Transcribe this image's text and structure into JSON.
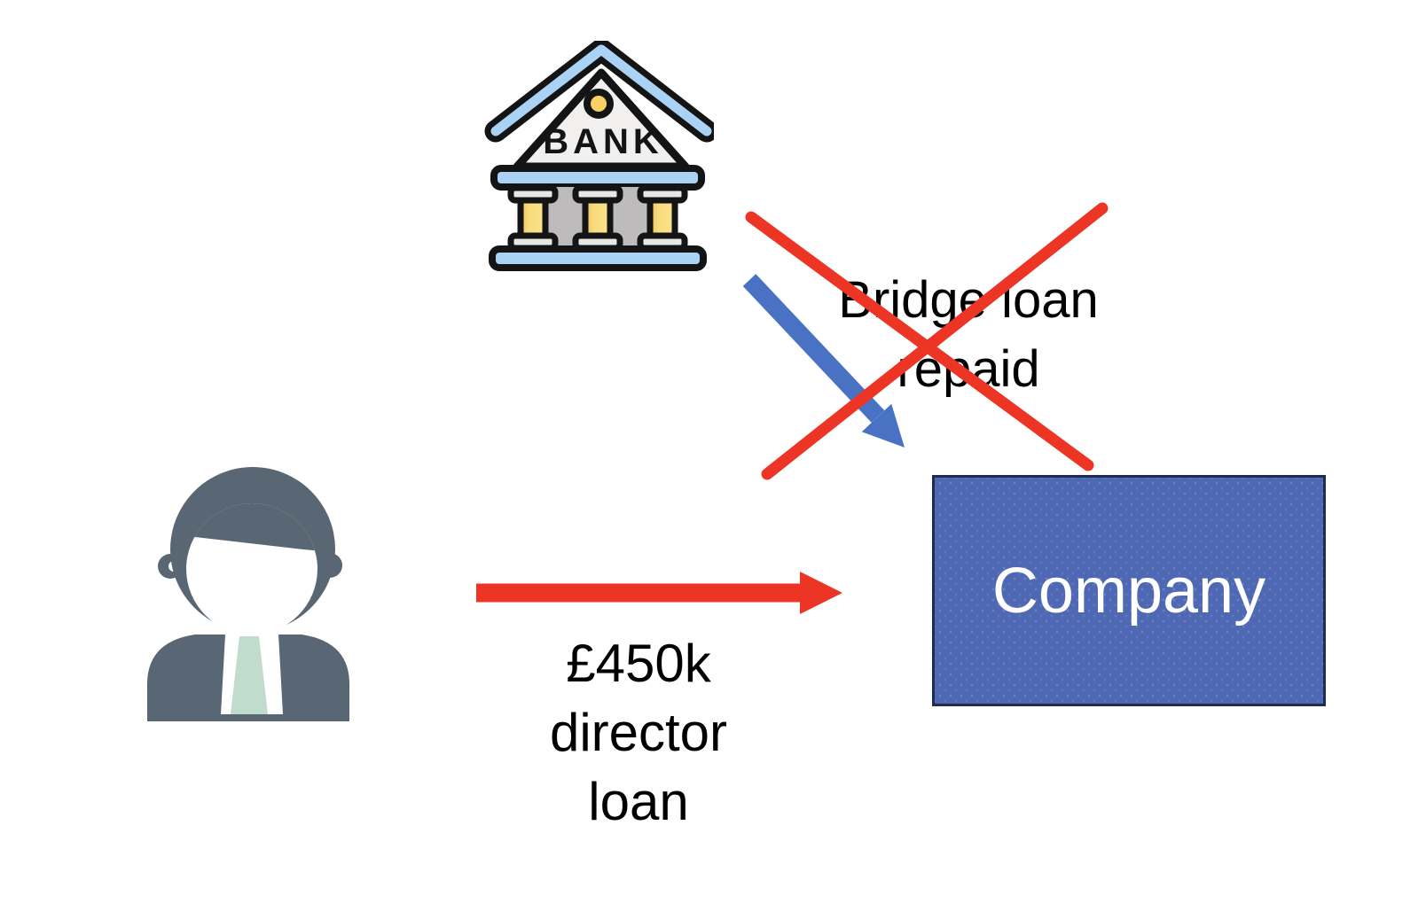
{
  "nodes": {
    "bank": {
      "icon": "bank-building-icon",
      "label": "BANK"
    },
    "director": {
      "icon": "director-person-icon"
    },
    "company": {
      "label": "Company",
      "fill": "#4E68B4",
      "border_color": "#1F2C50",
      "text_color": "#FFFFFF"
    }
  },
  "edges": {
    "bridge_loan": {
      "from": "bank",
      "to": "company",
      "arrow_color": "#4A72C4",
      "status": "crossed-out",
      "cross_color": "#EC3524",
      "label_line1": "Bridge loan",
      "label_line2": "repaid"
    },
    "director_loan": {
      "from": "director",
      "to": "company",
      "arrow_color": "#EC3524",
      "label_line1": "£450k",
      "label_line2": "director",
      "label_line3": "loan"
    }
  },
  "icon_colors": {
    "bank_blue": "#A9D2F5",
    "bank_yellow": "#F7D263",
    "bank_wall_gray": "#BDBBBB",
    "bank_pediment": "#F1F0EF",
    "outline_black": "#141414",
    "person_gray": "#596673",
    "tie_mint": "#BFDCCD"
  }
}
